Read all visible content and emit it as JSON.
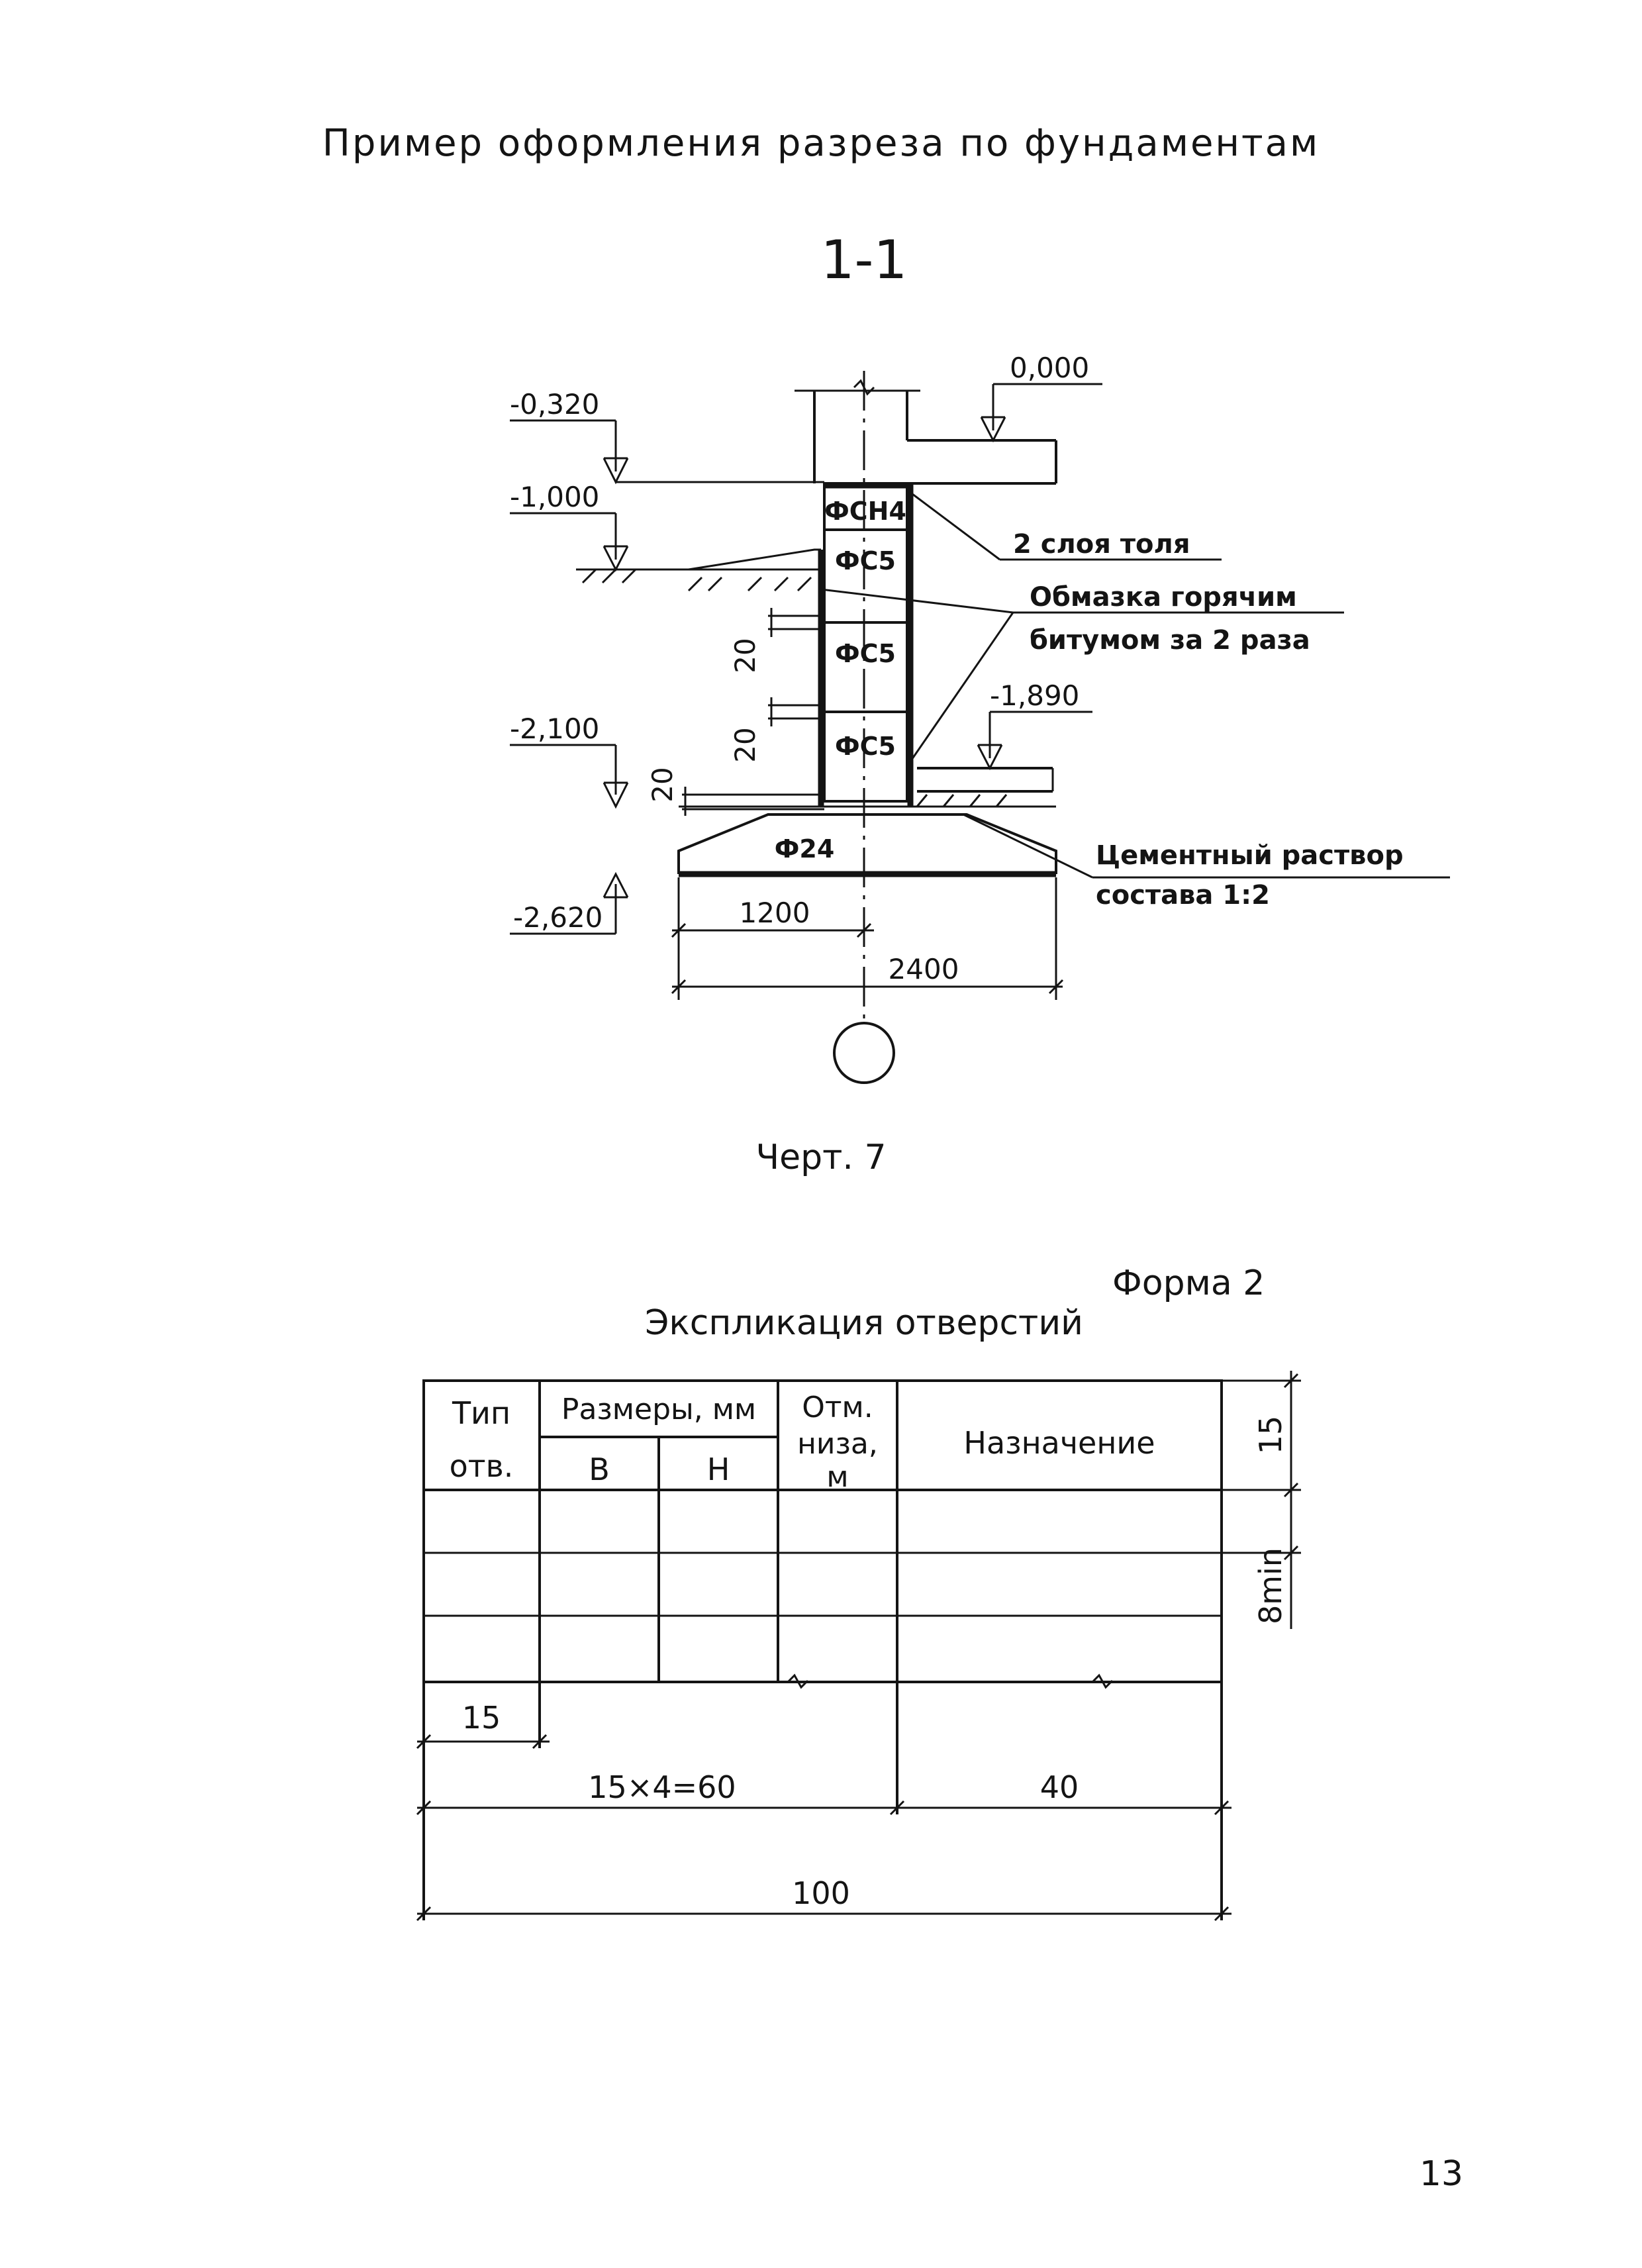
{
  "title": "Пример оформления разреза по фундаментам",
  "section_mark": "1-1",
  "drawing": {
    "levels": {
      "zero": "0,000",
      "l0320": "-0,320",
      "l1000": "-1,000",
      "l1890": "-1,890",
      "l2100": "-2,100",
      "l2620": "-2,620"
    },
    "blocks": [
      "ФСН4",
      "ФС5",
      "ФС5",
      "ФС5"
    ],
    "footing": "Ф24",
    "notes": {
      "tar_paper": "2 слоя толя",
      "bitumen_1": "Обмазка горячим",
      "bitumen_2": "битумом за 2 раза",
      "mortar_1": "Цементный раствор",
      "mortar_2": "состава 1:2"
    },
    "dims": {
      "joint_a": "20",
      "joint_b": "20",
      "joint_c": "20",
      "half_width": "1200",
      "full_width": "2400"
    },
    "caption": "Черт. 7"
  },
  "form": {
    "form_label": "Форма 2",
    "table_title": "Экспликация отверстий",
    "headers": {
      "type_1": "Тип",
      "type_2": "отв.",
      "sizes": "Размеры, мм",
      "b": "В",
      "h": "Н",
      "elev_1": "Отм.",
      "elev_2": "низа,",
      "elev_3": "м",
      "purpose": "Назначение"
    },
    "dims": {
      "header_height": "15",
      "row_height": "8min",
      "col_width": "15",
      "cols_total": "15×4=60",
      "purpose_width": "40",
      "total_width": "100"
    }
  },
  "page_number": "13"
}
